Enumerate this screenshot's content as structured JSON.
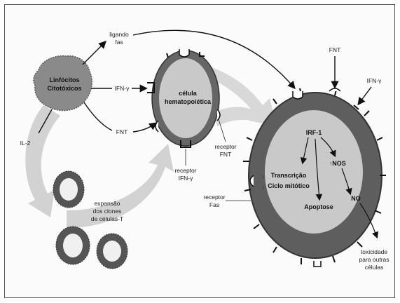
{
  "labels": {
    "linfocitos_1": "Linfócitos",
    "linfocitos_2": "Citotóxicos",
    "ligando_1": "ligando",
    "ligando_2": "fas",
    "ifn_left": "IFN-γ",
    "fnt_left": "FNT",
    "il2": "IL-2",
    "celula_1": "célula",
    "celula_2": "hematopoiética",
    "receptor_fnt_1": "receptor",
    "receptor_fnt_2": "FNT",
    "receptor_ifn_1": "receptor",
    "receptor_ifn_2": "IFN-γ",
    "expansao_1": "expansão",
    "expansao_2": "dos clones",
    "expansao_3": "de células-T",
    "fnt_top": "FNT",
    "ifn_right": "IFN-γ",
    "irf1": "IRF-1",
    "nos": "NOS",
    "transcricao": "Transcrição",
    "ciclo": "Ciclo mitótico",
    "apoptose": "Apoptose",
    "no": "NO",
    "receptor_fas_1": "receptor",
    "receptor_fas_2": "Fas",
    "toxicidade_1": "toxicidade",
    "toxicidade_2": "para outras",
    "toxicidade_3": "células"
  },
  "colors": {
    "outer_dark": "#5e5e5e",
    "inner_light": "#c9c9c9",
    "arrow_fill": "#cfcfcf",
    "lymphocyte": "#8a8a8a",
    "line": "#111111"
  }
}
